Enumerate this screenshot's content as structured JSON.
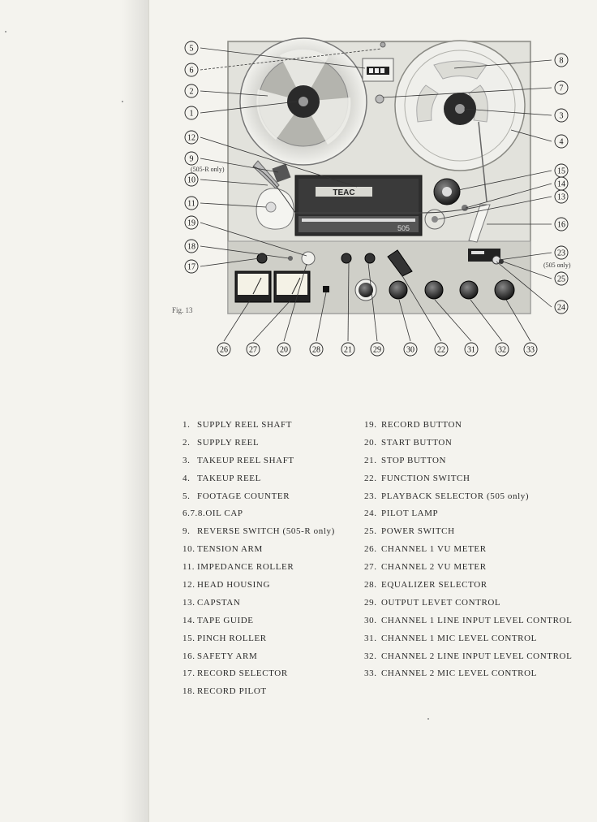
{
  "figure": {
    "caption": "Fig. 13",
    "brand": "TEAC",
    "model": "505",
    "only_505R": "(505-R only)",
    "only_505": "(505 only)",
    "callouts": [
      "1",
      "2",
      "3",
      "4",
      "5",
      "6",
      "7",
      "8",
      "9",
      "10",
      "11",
      "12",
      "13",
      "14",
      "15",
      "16",
      "17",
      "18",
      "19",
      "20",
      "21",
      "22",
      "23",
      "24",
      "25",
      "26",
      "27",
      "28",
      "29",
      "30",
      "31",
      "32",
      "33"
    ]
  },
  "parts_left": [
    {
      "num": "1.",
      "label": "SUPPLY REEL SHAFT"
    },
    {
      "num": "2.",
      "label": "SUPPLY REEL"
    },
    {
      "num": "3.",
      "label": "TAKEUP REEL SHAFT"
    },
    {
      "num": "4.",
      "label": "TAKEUP REEL"
    },
    {
      "num": "5.",
      "label": "FOOTAGE COUNTER"
    },
    {
      "num": "6.7.8.",
      "label": "OIL CAP"
    },
    {
      "num": "9.",
      "label": "REVERSE SWITCH (505-R only)"
    },
    {
      "num": "10.",
      "label": "TENSION ARM"
    },
    {
      "num": "11.",
      "label": "IMPEDANCE ROLLER"
    },
    {
      "num": "12.",
      "label": "HEAD HOUSING"
    },
    {
      "num": "13.",
      "label": "CAPSTAN"
    },
    {
      "num": "14.",
      "label": "TAPE GUIDE"
    },
    {
      "num": "15.",
      "label": "PINCH ROLLER"
    },
    {
      "num": "16.",
      "label": "SAFETY ARM"
    },
    {
      "num": "17.",
      "label": "RECORD SELECTOR"
    },
    {
      "num": "18.",
      "label": "RECORD PILOT"
    }
  ],
  "parts_right": [
    {
      "num": "19.",
      "label": "RECORD BUTTON"
    },
    {
      "num": "20.",
      "label": "START BUTTON"
    },
    {
      "num": "21.",
      "label": "STOP BUTTON"
    },
    {
      "num": "22.",
      "label": "FUNCTION SWITCH"
    },
    {
      "num": "23.",
      "label": "PLAYBACK SELECTOR (505 only)"
    },
    {
      "num": "24.",
      "label": "PILOT LAMP"
    },
    {
      "num": "25.",
      "label": "POWER SWITCH"
    },
    {
      "num": "26.",
      "label": "CHANNEL 1 VU METER"
    },
    {
      "num": "27.",
      "label": "CHANNEL 2 VU METER"
    },
    {
      "num": "28.",
      "label": "EQUALIZER SELECTOR"
    },
    {
      "num": "29.",
      "label": "OUTPUT LEVET CONTROL"
    },
    {
      "num": "30.",
      "label": "CHANNEL 1 LINE INPUT LEVEL CONTROL"
    },
    {
      "num": "31.",
      "label": "CHANNEL 1 MIC LEVEL CONTROL"
    },
    {
      "num": "32.",
      "label": "CHANNEL 2 LINE INPUT LEVEL CONTROL"
    },
    {
      "num": "33.",
      "label": "CHANNEL 2 MIC LEVEL CONTROL"
    }
  ]
}
